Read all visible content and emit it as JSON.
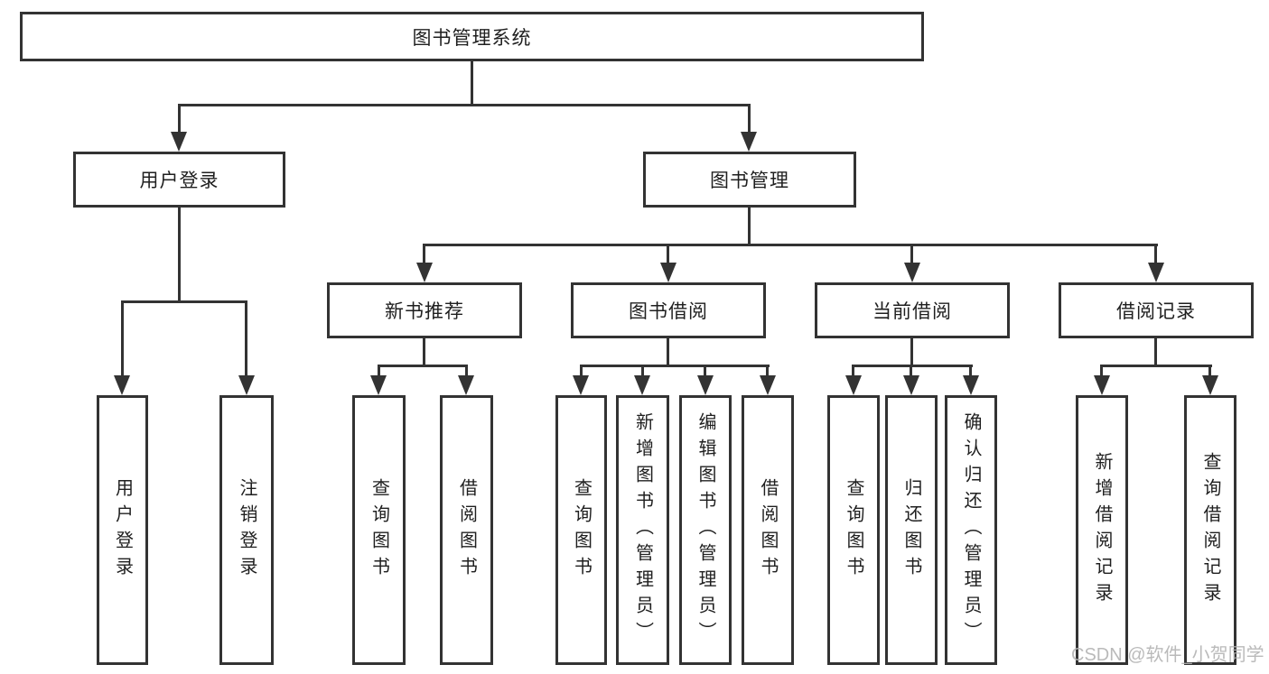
{
  "colors": {
    "background": "#ffffff",
    "line": "#333333",
    "text": "#1f1f1f",
    "watermark": "#b3b3b3"
  },
  "watermark": {
    "text": "CSDN @软件_小贺同学"
  },
  "tree": {
    "root": {
      "label": "图书管理系统"
    },
    "branches": [
      {
        "label": "用户登录",
        "children": [
          {
            "label": "用户登录"
          },
          {
            "label": "注销登录"
          }
        ]
      },
      {
        "label": "图书管理",
        "children": [
          {
            "label": "新书推荐",
            "children": [
              {
                "label": "查询图书"
              },
              {
                "label": "借阅图书"
              }
            ]
          },
          {
            "label": "图书借阅",
            "children": [
              {
                "label": "查询图书"
              },
              {
                "label": "新增图书（管理员）"
              },
              {
                "label": "编辑图书（管理员）"
              },
              {
                "label": "借阅图书"
              }
            ]
          },
          {
            "label": "当前借阅",
            "children": [
              {
                "label": "查询图书"
              },
              {
                "label": "归还图书"
              },
              {
                "label": "确认归还（管理员）"
              }
            ]
          },
          {
            "label": "借阅记录",
            "children": [
              {
                "label": "新增借阅记录"
              },
              {
                "label": "查询借阅记录"
              }
            ]
          }
        ]
      }
    ]
  }
}
